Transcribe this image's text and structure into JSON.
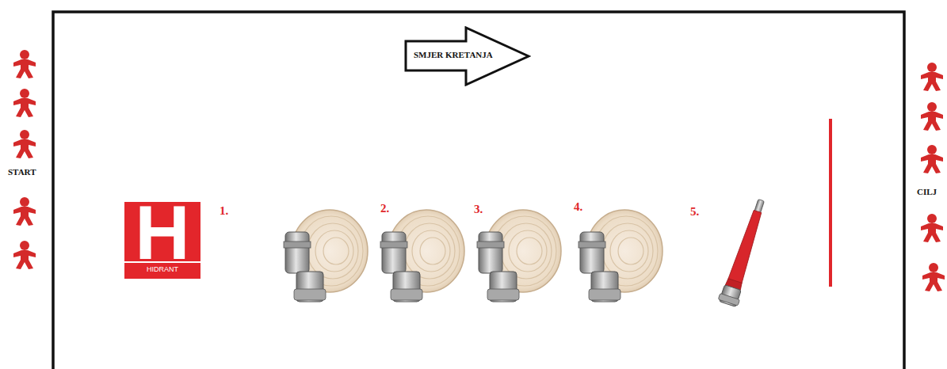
{
  "diagram": {
    "nodes": [
      {
        "text": [
          "SMJER KRETANJA"
        ]
      },
      {
        "text": [
          "H",
          "HIDRANT"
        ]
      }
    ],
    "labels": [
      "START",
      "1.",
      "2.",
      "3.",
      "4.",
      "5.",
      "CILJ"
    ]
  }
}
